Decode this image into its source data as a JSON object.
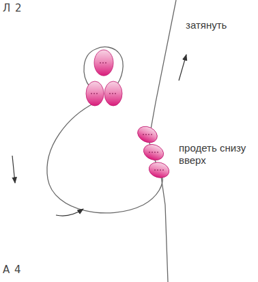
{
  "diagram": {
    "labels": [
      "Л 2",
      "затянуть",
      "продеть снизу вверх",
      "А 4"
    ]
  }
}
